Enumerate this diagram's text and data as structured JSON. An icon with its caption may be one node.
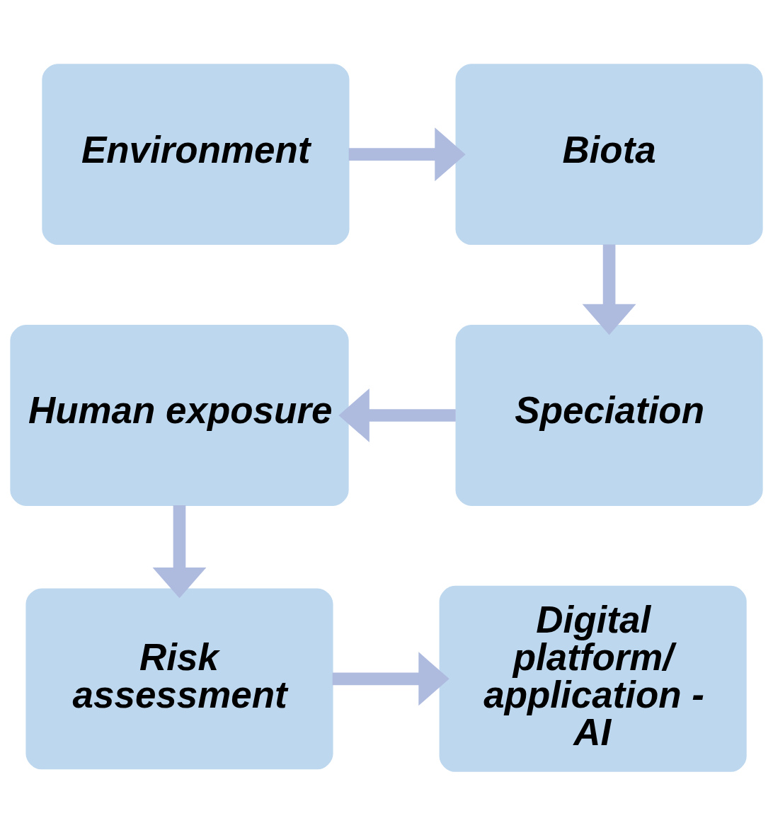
{
  "diagram": {
    "nodes": [
      {
        "text": [
          "Environment"
        ]
      },
      {
        "text": [
          "Biota"
        ]
      },
      {
        "text": [
          "Speciation"
        ]
      },
      {
        "text": [
          "Human exposure"
        ]
      },
      {
        "text": [
          "Risk assessment"
        ]
      },
      {
        "text": [
          "Digital platform/ application - AI"
        ]
      }
    ],
    "edges": [
      {
        "from": 0,
        "to": 1,
        "arrow": "to"
      },
      {
        "from": 1,
        "to": 2,
        "arrow": "to"
      },
      {
        "from": 2,
        "to": 3,
        "arrow": "to"
      },
      {
        "from": 3,
        "to": 4,
        "arrow": "to"
      },
      {
        "from": 4,
        "to": 5,
        "arrow": "to"
      }
    ]
  }
}
